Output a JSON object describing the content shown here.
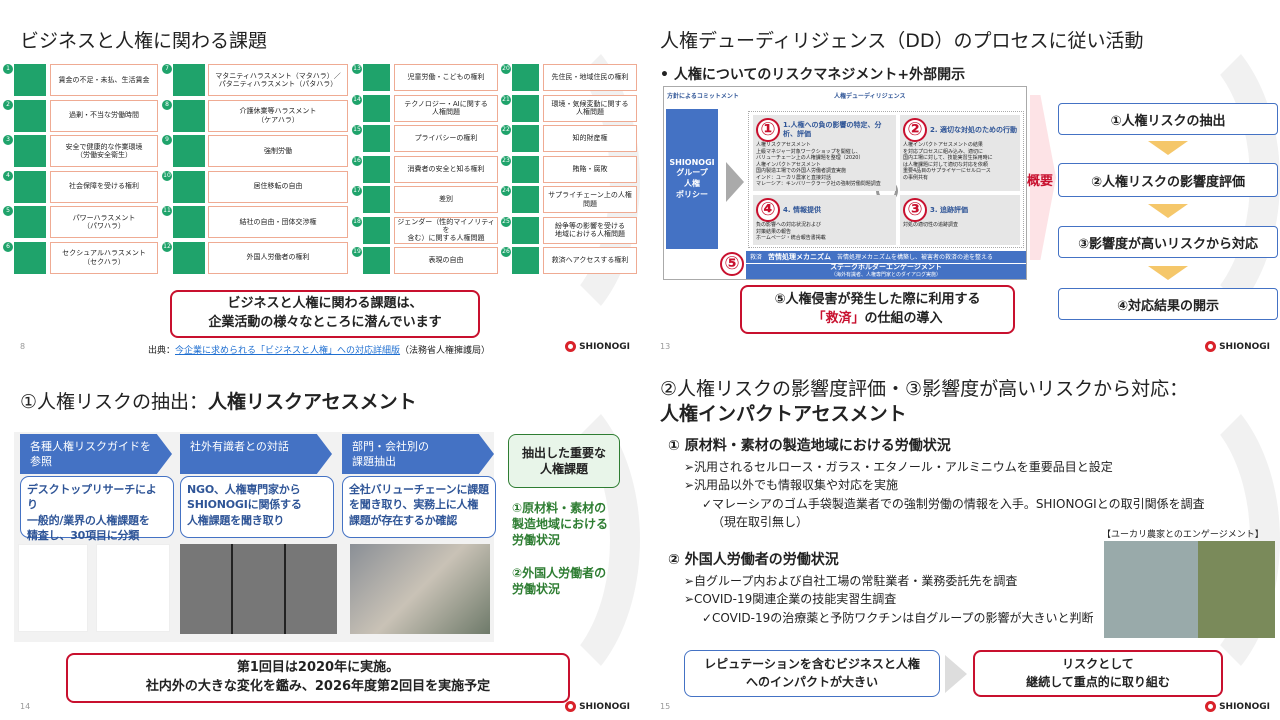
{
  "slide1": {
    "title": "ビジネスと人権に関わる課題",
    "issues": [
      "賃金の不足・未払、生活賃金",
      "過剰・不当な労働時間",
      "安全で健康的な作業環境\n（労働安全衛生）",
      "社会保障を受ける権利",
      "パワーハラスメント\n（パワハラ）",
      "セクシュアルハラスメント\n（セクハラ）",
      "マタニティハラスメント（マタハラ）／\nパタニティハラスメント（パタハラ）",
      "介護休業等ハラスメント\n（ケアハラ）",
      "強制労働",
      "居住移転の自由",
      "結社の自由・団体交渉権",
      "外国人労働者の権利",
      "児童労働・こどもの権利",
      "テクノロジー・AIに関する\n人権問題",
      "プライバシーの権利",
      "消費者の安全と知る権利",
      "差別",
      "ジェンダー（性的マイノリティを\n含む）に関する人権問題",
      "表現の自由",
      "先住民・地域住民の権利",
      "環境・気候変動に関する\n人権問題",
      "知的財産権",
      "賄賂・腐敗",
      "サプライチェーン上の人権問題",
      "紛争等の影響を受ける\n地域における人権問題",
      "救済へアクセスする権利"
    ],
    "callout": [
      "ビジネスと人権に関わる課題は、",
      "企業活動の様々なところに潜んでいます"
    ],
    "source_prefix": "出典：",
    "source_link": "今企業に求められる「ビジネスと人権」への対応詳細版",
    "source_suffix": "（法務省人権擁護局）",
    "page": "8"
  },
  "slide2": {
    "title": "人権デューディリジェンス（DD）のプロセスに従い活動",
    "bullet": "人権についてのリスクマネジメント+外部開示",
    "diagram": {
      "commitment": "方針によるコミットメント",
      "dd_label": "人権デューディリジェンス",
      "policy": [
        "SHIONOGI",
        "グループ",
        "人権",
        "ポリシー"
      ],
      "q1_title": "1.人権への負の影響の特定、分析、評価",
      "q1_lines": [
        "人権リスクアセスメント",
        "上級マネジャー対象ワークショップを開催し、",
        "バリューチェーン上の人権課題を整理（2020）",
        "人権インパクトアセスメント",
        "国内製造工場での外国人労働者調査実施",
        "インド：ユーカリ農家と直接対話",
        "マレーシア：キンバリークラーク社の強制労働問題調査"
      ],
      "q2_title": "2. 適切な対処のための行動",
      "q2_lines": [
        "人権インパクトアセスメントの結果",
        "を対応プロセスに組み込み、適切に",
        "国内工場に対して、技能実習生採用時に",
        "は人権課題に対して適切な対応を依頼",
        "重要4品目のサプライヤーにセルロース",
        "の事例共有"
      ],
      "q4_title": "4. 情報提供",
      "q4_lines": [
        "負の影響への対応状況および",
        "対策結果の報告",
        "ホームページ・統合報告書掲載"
      ],
      "q3_title": "3. 追跡評価",
      "q3_lines": [
        "対処の適切性の追跡調査"
      ],
      "remedy_tag": "救済",
      "remedy": "苦情処理メカニズム",
      "remedy_desc": "苦情処理メカニズムを構築し、被害者の救済の途を整える",
      "stakeholder": "ステークホルダーエンゲージメント",
      "stakeholder_sub": "（海外有識者、人権専門家とのダイアログ実施）",
      "marks": [
        "①",
        "②",
        "③",
        "④",
        "⑤"
      ]
    },
    "overview_label": "概要",
    "steps": [
      "①人権リスクの抽出",
      "②人権リスクの影響度評価",
      "③影響度が高いリスクから対応",
      "④対応結果の開示"
    ],
    "callout_line1": "⑤人権侵害が発生した際に利用する",
    "callout_em": "「救済」",
    "callout_rest": "の仕組の導入",
    "page": "13"
  },
  "slide3": {
    "title_a": "①人権リスクの抽出：",
    "title_b": "人権リスクアセスメント",
    "stages": [
      {
        "head": "各種人権リスクガイドを\n参照",
        "body": "デスクトップリサーチにより\n一般的/業界の人権課題を\n精査し、30項目に分類"
      },
      {
        "head": "社外有識者との対話",
        "body": "NGO、人権専門家から\nSHIONOGIに関係する\n人権課題を聞き取り"
      },
      {
        "head": "部門・会社別の\n課題抽出",
        "body": "全社バリューチェーンに課題\nを聞き取り、実務上に人権\n課題が存在するか確認"
      }
    ],
    "result_head": "抽出した重要な\n人権課題",
    "result_items": [
      "①原材料・素材の\n製造地域における\n労働状況",
      "②外国人労働者の\n労働状況"
    ],
    "callout": [
      "第1回目は2020年に実施。",
      "社内外の大きな変化を鑑み、2026年度第2回目を実施予定"
    ],
    "page": "14"
  },
  "slide4": {
    "title_line1": "②人権リスクの影響度評価・③影響度が高いリスクから対応：",
    "title_line2": "人権インパクトアセスメント",
    "sec1": "①  原材料・素材の製造地域における労働状況",
    "sec1_items": [
      "➢汎用されるセルロース・ガラス・エタノール・アルミニウムを重要品目と設定",
      "➢汎用品以外でも情報収集や対応を実施"
    ],
    "sec1_sub": [
      "✓マレーシアのゴム手袋製造業者での強制労働の情報を入手。SHIONOGIとの取引関係を調査",
      "（現在取引無し）"
    ],
    "sec2": "②  外国人労働者の労働状況",
    "sec2_items": [
      "➢自グループ内および自社工場の常駐業者・業務委託先を調査",
      "➢COVID-19関連企業の技能実習生調査"
    ],
    "sec2_sub": [
      "✓COVID-19の治療薬と予防ワクチンは自グループの影響が大きいと判断"
    ],
    "photo_caption": "【ユーカリ農家とのエンゲージメント】",
    "box_left": [
      "レピュテーションを含むビジネスと人権",
      "へのインパクトが大きい"
    ],
    "box_right": [
      "リスクとして",
      "継続して重点的に取り組む"
    ],
    "page": "15"
  },
  "brand": "SHIONOGI",
  "colors": {
    "accent_red": "#c8102e",
    "blue": "#4472c4",
    "green": "#1fa36b",
    "dark_green": "#2e7d32"
  }
}
